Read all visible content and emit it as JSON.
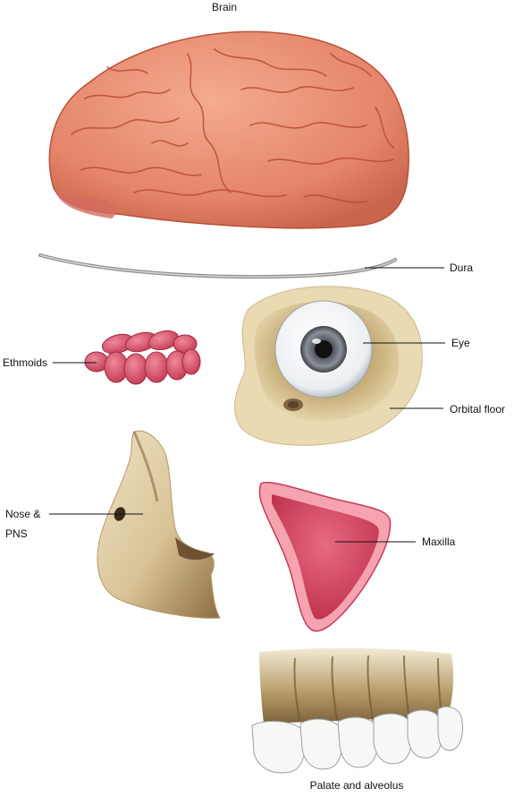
{
  "labels": {
    "brain": "Brain",
    "dura": "Dura",
    "ethmoids": "Ethmoids",
    "eye": "Eye",
    "orbital_floor": "Orbital floor",
    "nose_line1": "Nose &",
    "nose_line2": "PNS",
    "maxilla": "Maxilla",
    "palate": "Palate and alveolus"
  },
  "colors": {
    "brain": "#e98a6e",
    "brain_dark": "#b9523a",
    "dura": "#9a9a9a",
    "ethmoid": "#d9546a",
    "bone": "#dcc99a",
    "bone_dark": "#9c7d4f",
    "iris": "#5b6068",
    "maxilla": "#e0506a",
    "tooth": "#f7f7f5"
  }
}
